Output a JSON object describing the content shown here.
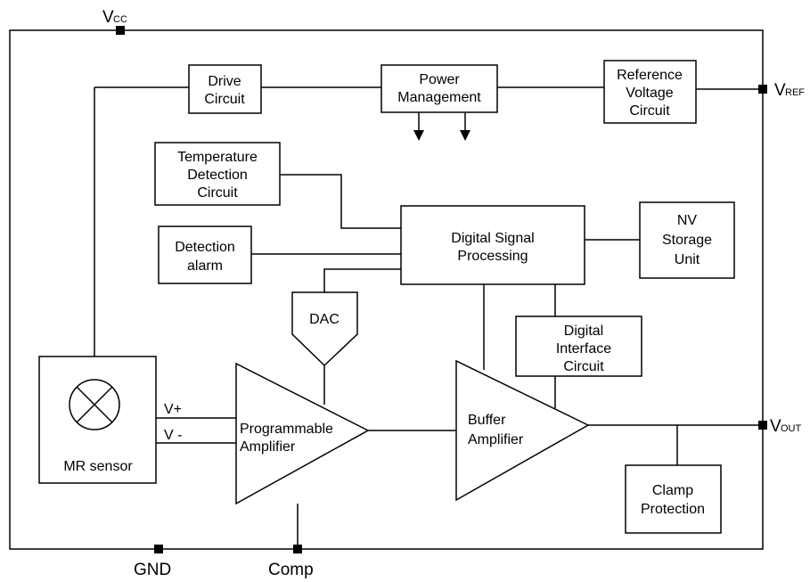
{
  "blocks": {
    "drive": [
      "Drive",
      "Circuit"
    ],
    "power": [
      "Power",
      "Management"
    ],
    "reference": [
      "Reference",
      "Voltage",
      "Circuit"
    ],
    "temperature": [
      "Temperature",
      "Detection",
      "Circuit"
    ],
    "dsp": [
      "Digital Signal",
      "Processing"
    ],
    "nv": [
      "NV",
      "Storage",
      "Unit"
    ],
    "alarm": [
      "Detection",
      "alarm"
    ],
    "dac": "DAC",
    "digital_interface": [
      "Digital",
      "Interface",
      "Circuit"
    ],
    "mr_sensor": "MR sensor",
    "prog_amp": [
      "Programmable",
      "Amplifier"
    ],
    "buffer_amp": [
      "Buffer",
      "Amplifier"
    ],
    "clamp": [
      "Clamp",
      "Protection"
    ]
  },
  "signals": {
    "vplus": "V+",
    "vminus": "V -"
  },
  "pins": {
    "vcc": {
      "main": "V",
      "sub": "CC"
    },
    "vref": {
      "main": "V",
      "sub": "REF"
    },
    "vout": {
      "main": "V",
      "sub": "OUT"
    },
    "gnd": "GND",
    "comp": "Comp"
  }
}
